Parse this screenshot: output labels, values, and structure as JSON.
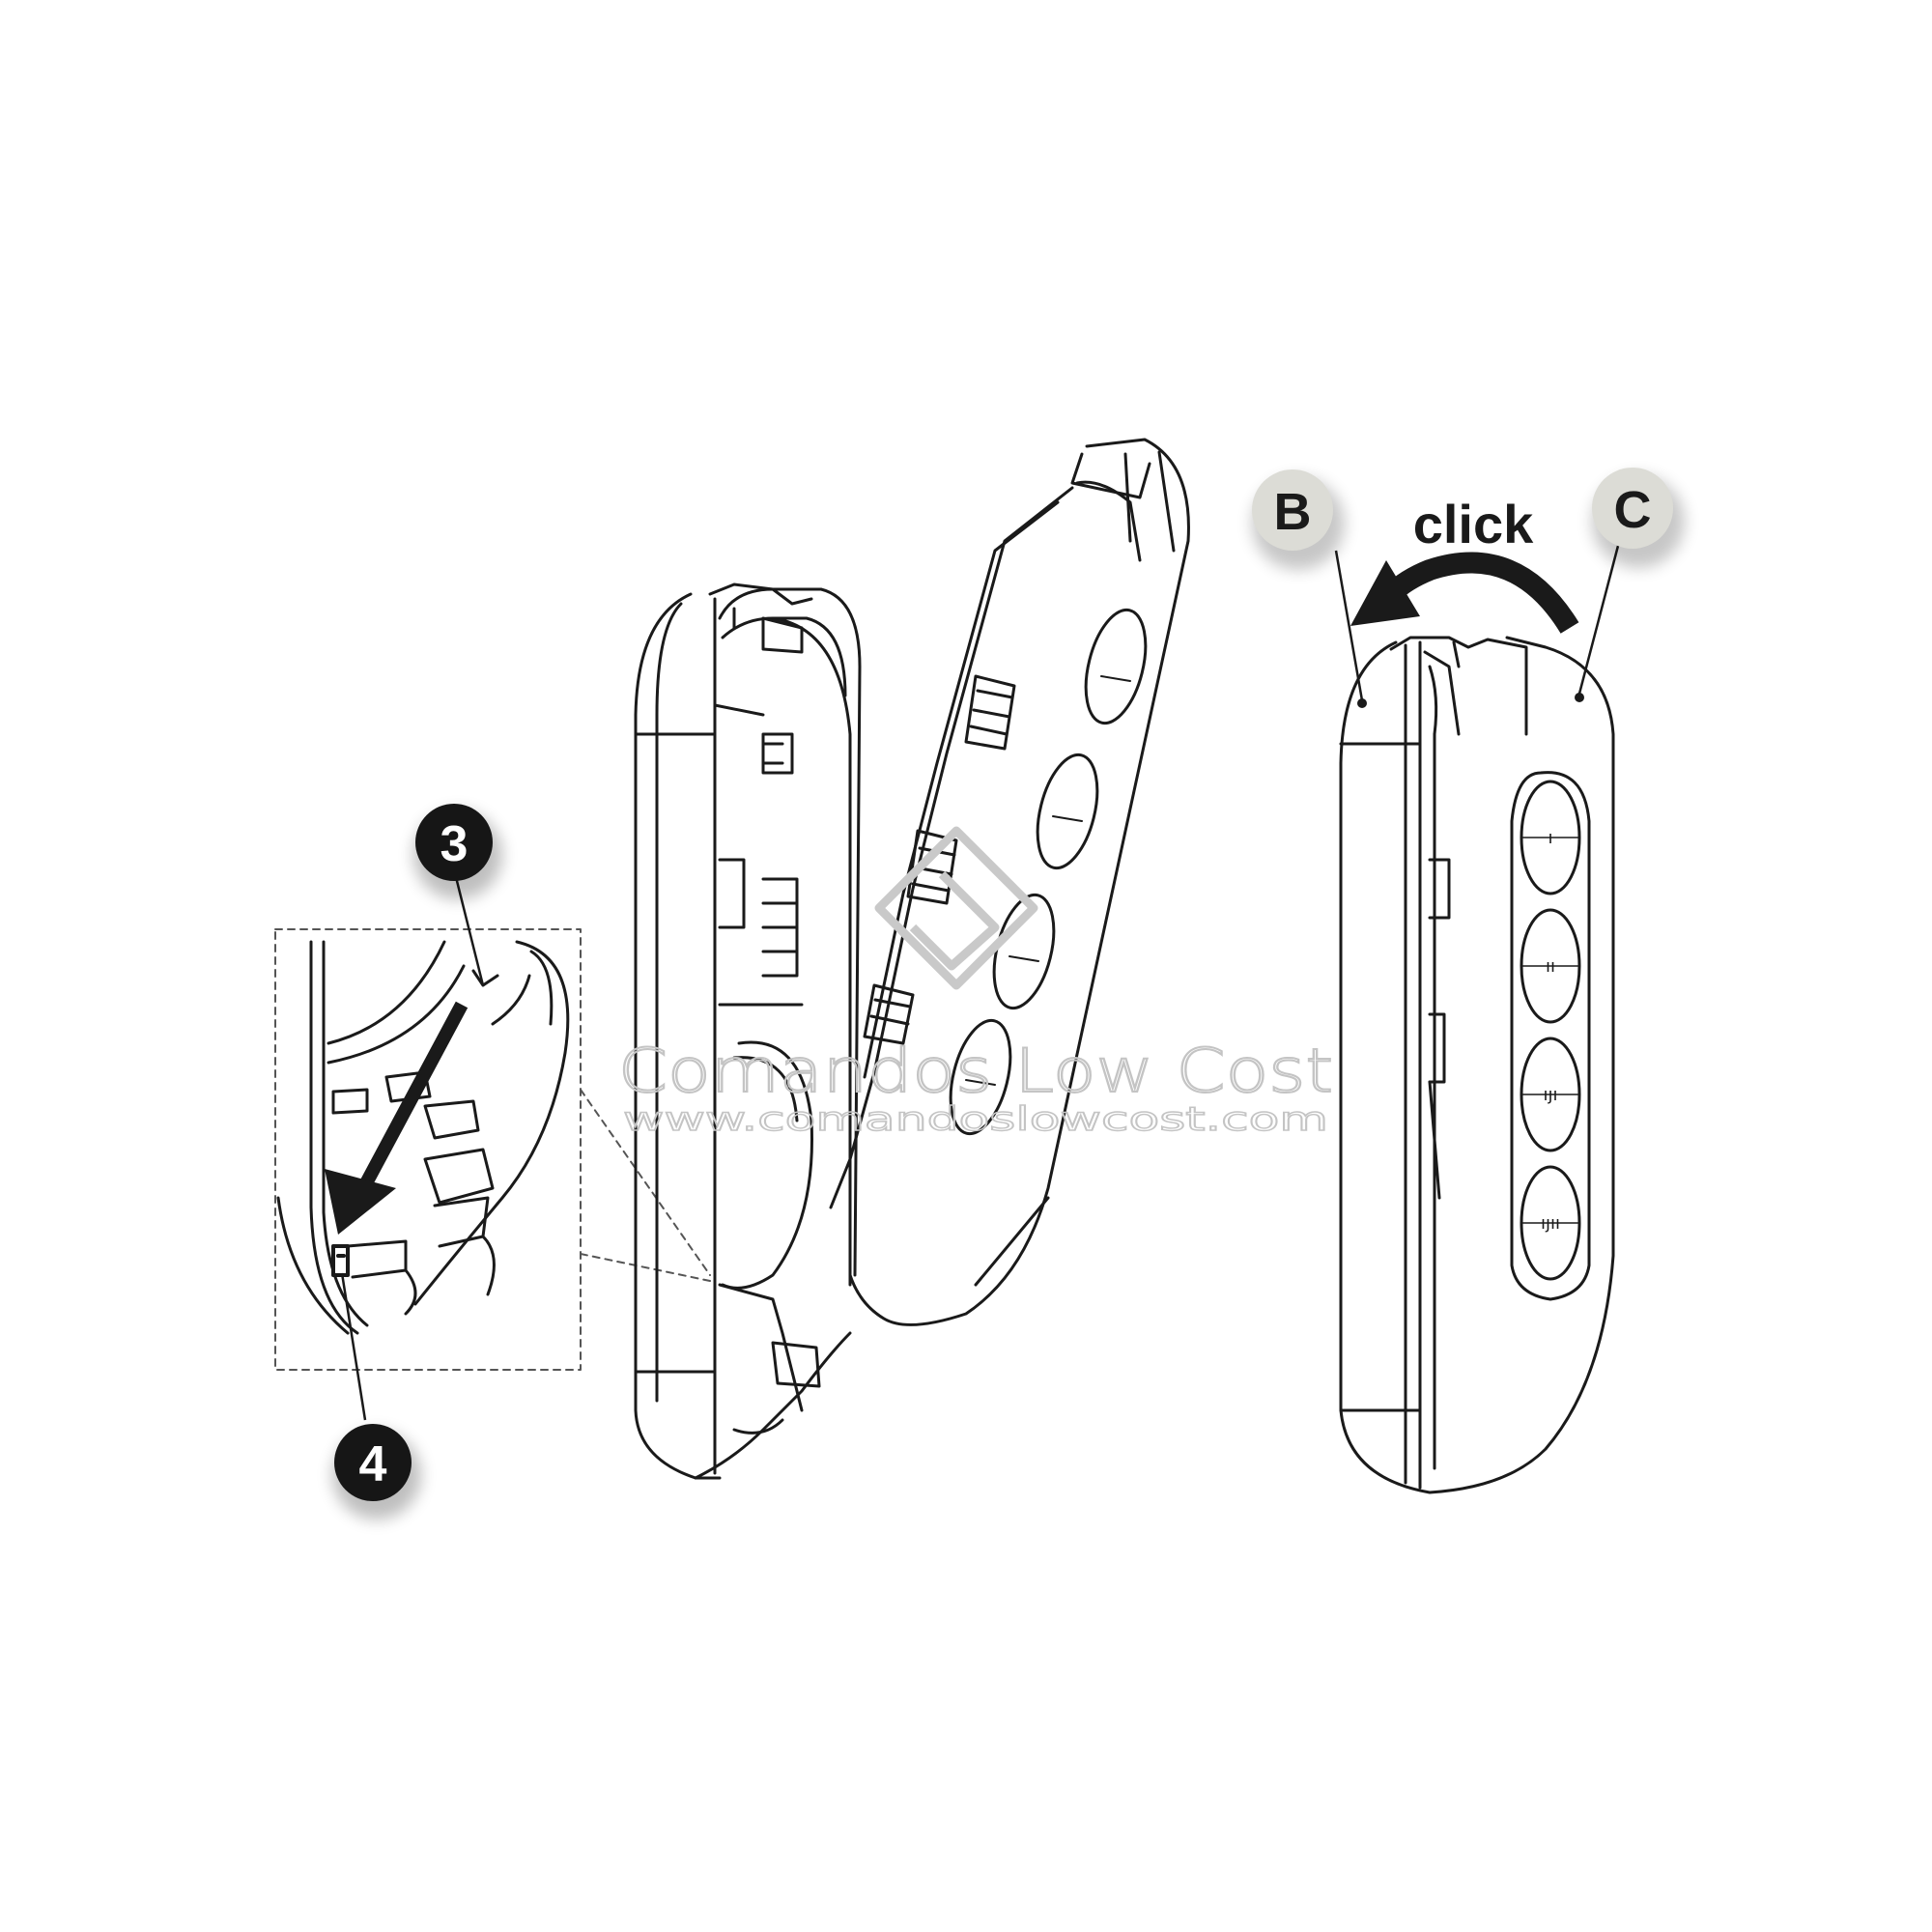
{
  "callouts": {
    "step3": "3",
    "step4": "4",
    "part_b": "B",
    "part_c": "C"
  },
  "action_label": "click",
  "watermark": {
    "title": "Comandos Low Cost",
    "url": "www.comandoslowcost.com"
  },
  "remote_buttons": [
    {
      "glyph": "ı"
    },
    {
      "glyph": "ıı"
    },
    {
      "glyph": "ıȷı"
    },
    {
      "glyph": "ıȷıı"
    }
  ],
  "colors": {
    "line": "#1a1a1a",
    "callout_dark": "#161616",
    "callout_light": "#dcdcd6",
    "watermark": "#c9c9c9"
  }
}
